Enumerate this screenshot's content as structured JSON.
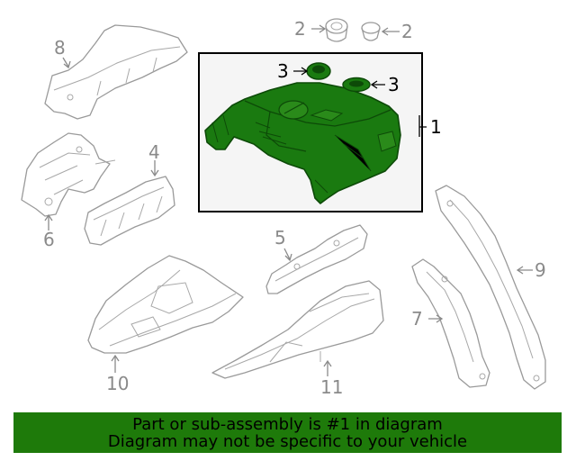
{
  "diagram": {
    "callouts": {
      "c1": "1",
      "c2a": "2",
      "c2b": "2",
      "c3a": "3",
      "c3b": "3",
      "c4": "4",
      "c5": "5",
      "c6": "6",
      "c7": "7",
      "c8": "8",
      "c9": "9",
      "c10": "10",
      "c11": "11"
    },
    "highlighted_part": "1",
    "colors": {
      "highlight_fill": "#1a7a10",
      "highlight_dark": "#0d4a08",
      "outline_gray": "#9a9a9a",
      "callout_gray": "#8a8a8a",
      "callout_black": "#000000",
      "box_background": "#f5f5f5",
      "banner_background": "#1e7a0a"
    }
  },
  "banner": {
    "line1": "Part or sub-assembly is #1 in diagram",
    "line2": "Diagram may not be specific to your vehicle"
  }
}
